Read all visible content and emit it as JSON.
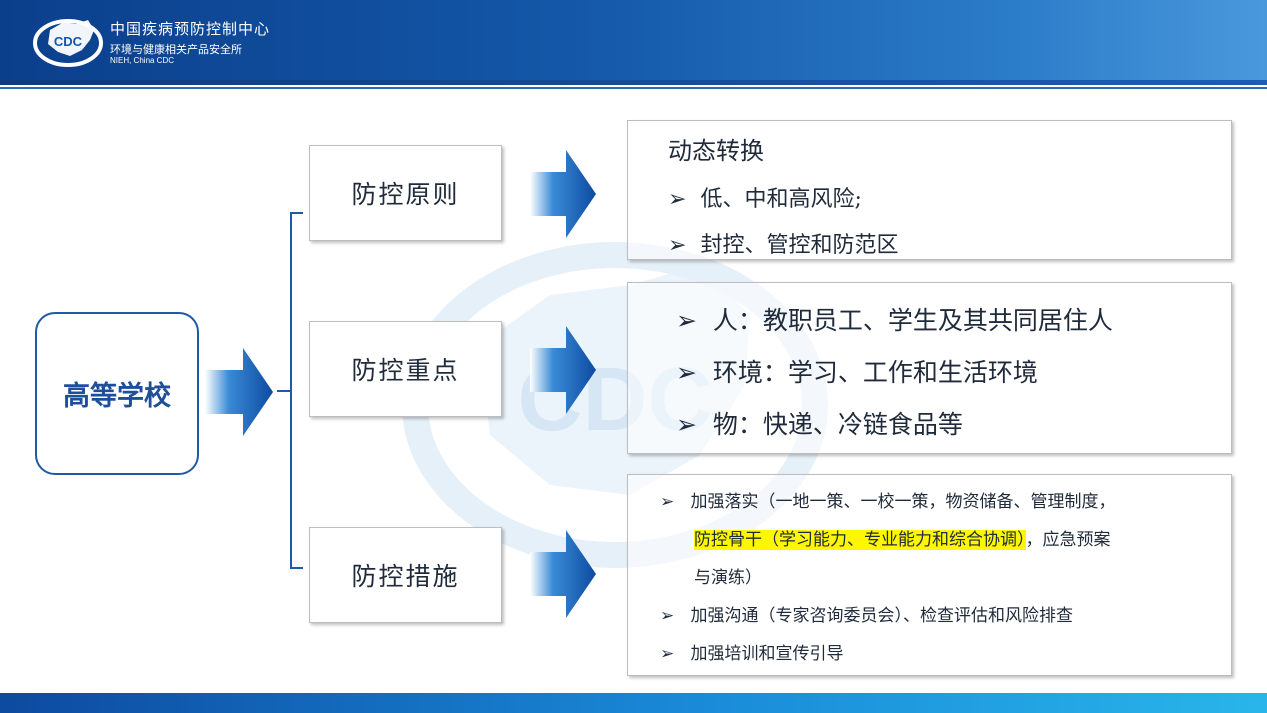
{
  "header": {
    "logo_text": "CDC",
    "org_name": "中国疾病预防控制中心",
    "org_sub": "环境与健康相关产品安全所",
    "org_en": "NIEH, China CDC"
  },
  "root": {
    "label": "高等学校"
  },
  "categories": [
    {
      "label": "防控原则"
    },
    {
      "label": "防控重点"
    },
    {
      "label": "防控措施"
    }
  ],
  "principles": {
    "heading": "动态转换",
    "items": [
      "低、中和高风险;",
      "封控、管控和防范区"
    ]
  },
  "focus": {
    "items": [
      "人：教职员工、学生及其共同居住人",
      "环境：学习、工作和生活环境",
      "物：快递、冷链食品等"
    ]
  },
  "measures": {
    "item1_line1": "加强落实（一地一策、一校一策，物资储备、管理制度，",
    "item1_highlight": "防控骨干（学习能力、专业能力和综合协调）",
    "item1_line2_rest": "，应急预案",
    "item1_line3": "与演练）",
    "item2": "加强沟通（专家咨询委员会）、检查评估和风险排查",
    "item3": "加强培训和宣传引导"
  },
  "bullet": "➢",
  "colors": {
    "header_dark": "#0b3f8c",
    "accent_blue": "#1f5aa6",
    "highlight": "#fff700"
  }
}
